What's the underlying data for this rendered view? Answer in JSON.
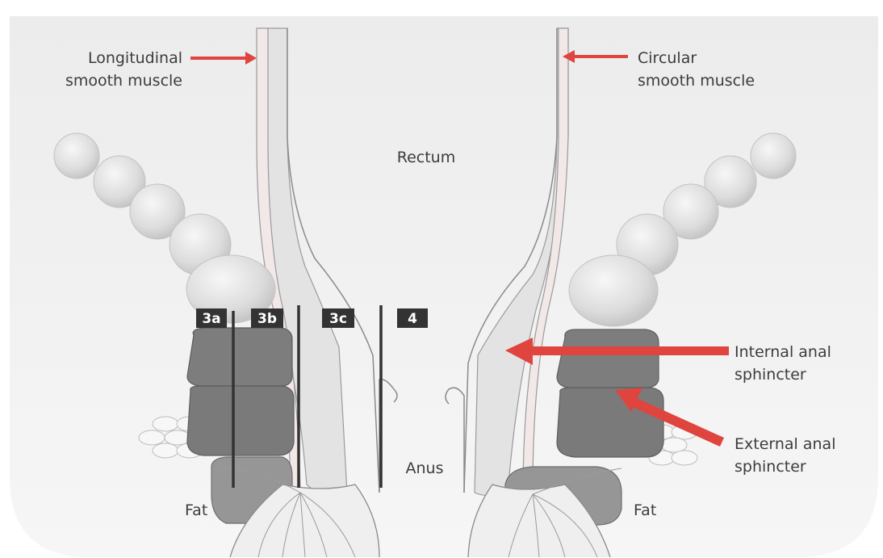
{
  "diagram": {
    "labels": {
      "longitudinal_line1": "Longitudinal",
      "longitudinal_line2": "smooth muscle",
      "circular_line1": "Circular",
      "circular_line2": "smooth muscle",
      "rectum": "Rectum",
      "anus": "Anus",
      "fat_left": "Fat",
      "fat_right": "Fat",
      "internal_line1": "Internal anal",
      "internal_line2": "sphincter",
      "external_line1": "External anal",
      "external_line2": "sphincter"
    },
    "grades": [
      "3a",
      "3b",
      "3c",
      "4"
    ],
    "colors": {
      "background": "#f2f2f2",
      "arrow": "#e0443e",
      "badge": "#333333",
      "muscle_dark": "#7a7a7a",
      "mucosa": "#d2d2d2",
      "nodes": "#e8e8e8"
    }
  }
}
